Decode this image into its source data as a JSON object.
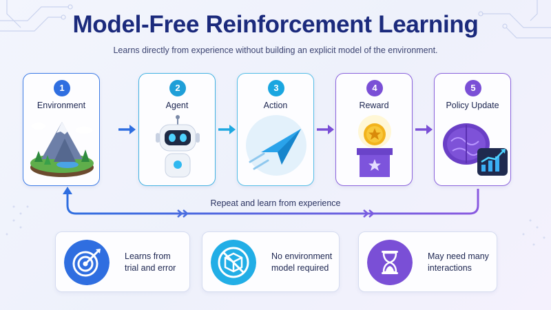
{
  "title": "Model-Free Reinforcement Learning",
  "subtitle": "Learns directly from experience without building an explicit model of the environment.",
  "steps": [
    {
      "num": "1",
      "label": "Environment",
      "icon": "mountain-island-icon",
      "color": "#2f6ee0"
    },
    {
      "num": "2",
      "label": "Agent",
      "icon": "robot-icon",
      "color": "#1f9fd8"
    },
    {
      "num": "3",
      "label": "Action",
      "icon": "paper-plane-icon",
      "color": "#1aa6e0"
    },
    {
      "num": "4",
      "label": "Reward",
      "icon": "reward-box-icon",
      "color": "#7a4fd6"
    },
    {
      "num": "5",
      "label": "Policy Update",
      "icon": "brain-chart-icon",
      "color": "#7a4fd6"
    }
  ],
  "loop_label": "Repeat and learn from experience",
  "features": [
    {
      "line1": "Learns from",
      "line2": "trial and error",
      "icon": "target-icon"
    },
    {
      "line1": "No environment",
      "line2": "model required",
      "icon": "no-model-icon"
    },
    {
      "line1": "May need many",
      "line2": "interactions",
      "icon": "hourglass-icon"
    }
  ]
}
